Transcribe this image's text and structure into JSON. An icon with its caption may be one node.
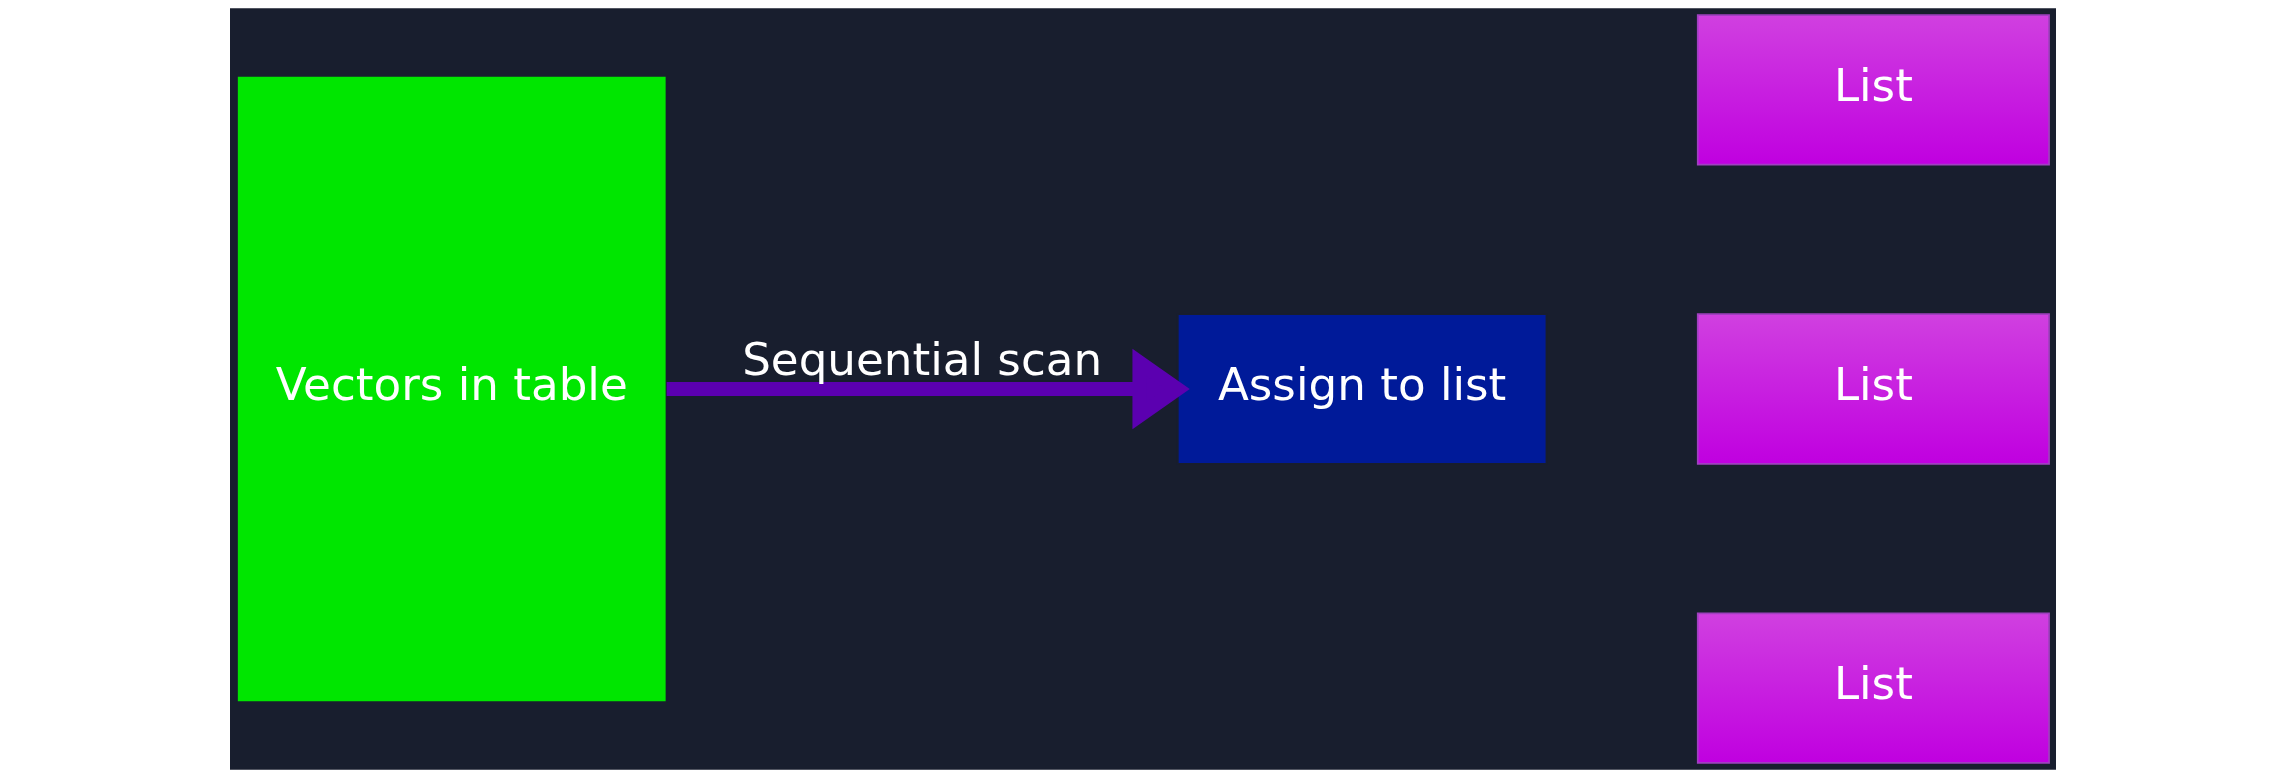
{
  "diagram": {
    "nodes": [
      {
        "text": [
          "Vectors in table"
        ]
      },
      {
        "text": [
          "Assign to list"
        ]
      },
      {
        "text": [
          "List"
        ]
      },
      {
        "text": [
          "List"
        ]
      },
      {
        "text": [
          "List"
        ]
      }
    ],
    "edges": [
      {
        "from": 0,
        "to": 1,
        "arrow": "to",
        "label": "Sequential scan",
        "color": "#5b00b0"
      }
    ]
  }
}
